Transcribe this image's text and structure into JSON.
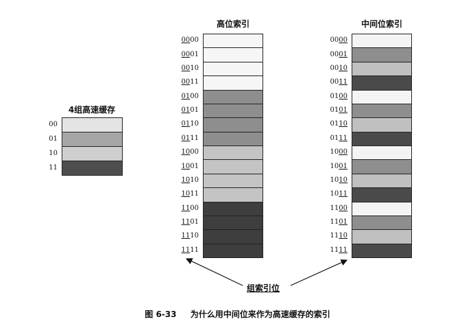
{
  "cache": {
    "title": "4组高速缓存",
    "rows": [
      {
        "label": "00",
        "shade": "#e4e4e4"
      },
      {
        "label": "01",
        "shade": "#a6a6a6"
      },
      {
        "label": "10",
        "shade": "#cfcfcf"
      },
      {
        "label": "11",
        "shade": "#4e4e4e"
      }
    ]
  },
  "high_index": {
    "title": "高位索引",
    "rows": [
      {
        "pre": "",
        "idx": "00",
        "post": "00",
        "shade": "#f6f6f6"
      },
      {
        "pre": "",
        "idx": "00",
        "post": "01",
        "shade": "#f6f6f6"
      },
      {
        "pre": "",
        "idx": "00",
        "post": "10",
        "shade": "#f6f6f6"
      },
      {
        "pre": "",
        "idx": "00",
        "post": "11",
        "shade": "#f6f6f6"
      },
      {
        "pre": "",
        "idx": "01",
        "post": "00",
        "shade": "#8e8e8e"
      },
      {
        "pre": "",
        "idx": "01",
        "post": "01",
        "shade": "#8e8e8e"
      },
      {
        "pre": "",
        "idx": "01",
        "post": "10",
        "shade": "#8e8e8e"
      },
      {
        "pre": "",
        "idx": "01",
        "post": "11",
        "shade": "#8e8e8e"
      },
      {
        "pre": "",
        "idx": "10",
        "post": "00",
        "shade": "#c4c4c4"
      },
      {
        "pre": "",
        "idx": "10",
        "post": "01",
        "shade": "#c4c4c4"
      },
      {
        "pre": "",
        "idx": "10",
        "post": "10",
        "shade": "#c4c4c4"
      },
      {
        "pre": "",
        "idx": "10",
        "post": "11",
        "shade": "#c4c4c4"
      },
      {
        "pre": "",
        "idx": "11",
        "post": "00",
        "shade": "#3e3e3e"
      },
      {
        "pre": "",
        "idx": "11",
        "post": "01",
        "shade": "#3e3e3e"
      },
      {
        "pre": "",
        "idx": "11",
        "post": "10",
        "shade": "#3e3e3e"
      },
      {
        "pre": "",
        "idx": "11",
        "post": "11",
        "shade": "#3e3e3e"
      }
    ]
  },
  "mid_index": {
    "title": "中间位索引",
    "rows": [
      {
        "pre": "00",
        "idx": "00",
        "post": "",
        "shade": "#f4f4f4"
      },
      {
        "pre": "00",
        "idx": "01",
        "post": "",
        "shade": "#8e8e8e"
      },
      {
        "pre": "00",
        "idx": "10",
        "post": "",
        "shade": "#c0c0c0"
      },
      {
        "pre": "00",
        "idx": "11",
        "post": "",
        "shade": "#4a4a4a"
      },
      {
        "pre": "01",
        "idx": "00",
        "post": "",
        "shade": "#f4f4f4"
      },
      {
        "pre": "01",
        "idx": "01",
        "post": "",
        "shade": "#8e8e8e"
      },
      {
        "pre": "01",
        "idx": "10",
        "post": "",
        "shade": "#c0c0c0"
      },
      {
        "pre": "01",
        "idx": "11",
        "post": "",
        "shade": "#4a4a4a"
      },
      {
        "pre": "10",
        "idx": "00",
        "post": "",
        "shade": "#f4f4f4"
      },
      {
        "pre": "10",
        "idx": "01",
        "post": "",
        "shade": "#8e8e8e"
      },
      {
        "pre": "10",
        "idx": "10",
        "post": "",
        "shade": "#c0c0c0"
      },
      {
        "pre": "10",
        "idx": "11",
        "post": "",
        "shade": "#4a4a4a"
      },
      {
        "pre": "11",
        "idx": "00",
        "post": "",
        "shade": "#f4f4f4"
      },
      {
        "pre": "11",
        "idx": "01",
        "post": "",
        "shade": "#8e8e8e"
      },
      {
        "pre": "11",
        "idx": "10",
        "post": "",
        "shade": "#c0c0c0"
      },
      {
        "pre": "11",
        "idx": "11",
        "post": "",
        "shade": "#4a4a4a"
      }
    ]
  },
  "group_bits_label": "组索引位",
  "caption": {
    "number": "图 6-33",
    "text": "为什么用中间位来作为高速缓存的索引"
  }
}
